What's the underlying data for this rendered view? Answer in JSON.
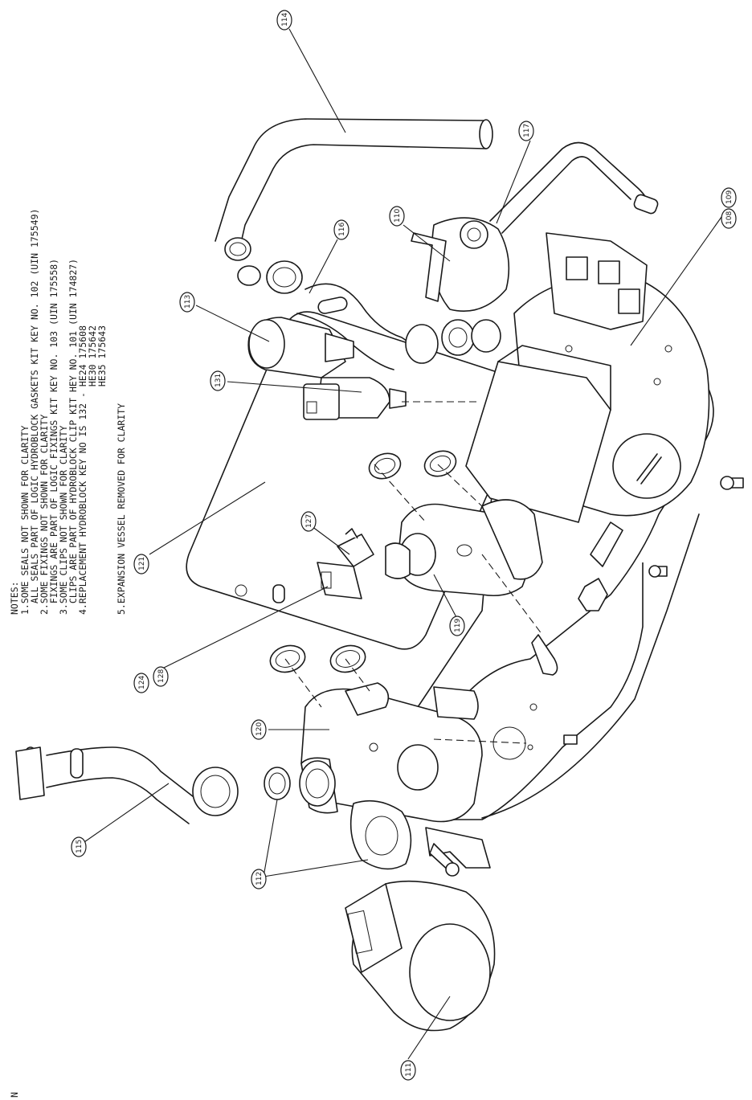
{
  "notes": {
    "heading": "NOTES:",
    "lines": [
      "1.SOME SEALS NOT SHOWN FOR CLARITY",
      "  ALL SEALS PART OF LOGIC HYDROBLOCK GASKETS KIT KEY NO. 102 (UIN 175549)",
      "2.SOME FIXINGS NOT SHOWN FOR CLARITY",
      "  FIXINGS ARE PART OF LOGIC FIXINGS KIT KEY NO. 103 (UIN 175558)",
      "3.SOME CLIPS NOT SHOWN FOR CLARITY",
      "  CLIPS ARE PART OF HYDROBLOCK CLIP KIT HEY NO. 101 (UIN 174827)",
      "4.REPLACEMENT HYDROBLOCK KEY NO IS 132 - HE24 175608",
      "                                         HE30 175642",
      "                                         HE35 175643",
      "",
      "5.EXPANSION VESSEL REMOVED FOR CLARITY"
    ]
  },
  "callouts": {
    "c114": "114",
    "c117": "117",
    "c116": "116",
    "c110": "110",
    "c113": "113",
    "c108": "108",
    "c109": "109",
    "c131": "131",
    "c121": "121",
    "c127": "127",
    "c119": "119",
    "c124": "124",
    "c128": "128",
    "c120": "120",
    "c115": "115",
    "c112": "112",
    "c111": "111"
  },
  "corner_mark": "N"
}
